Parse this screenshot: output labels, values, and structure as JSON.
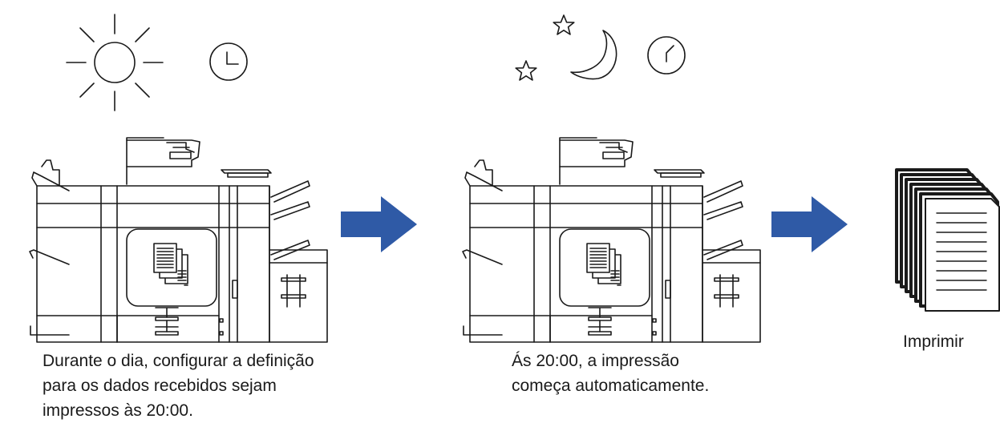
{
  "captions": {
    "day": [
      "Durante o dia, configurar a definição",
      "para os dados recebidos sejam",
      "impressos às 20:00."
    ],
    "night": [
      "Ás 20:00, a impressão",
      "começa automaticamente."
    ],
    "print": "Imprimir"
  },
  "colors": {
    "arrow": "#2f5aa6",
    "stroke": "#1a1a1a"
  },
  "icons": [
    "sun-icon",
    "clock-icon",
    "star-icon",
    "moon-icon",
    "printer-icon",
    "document-stack-icon",
    "arrow-right-icon"
  ]
}
